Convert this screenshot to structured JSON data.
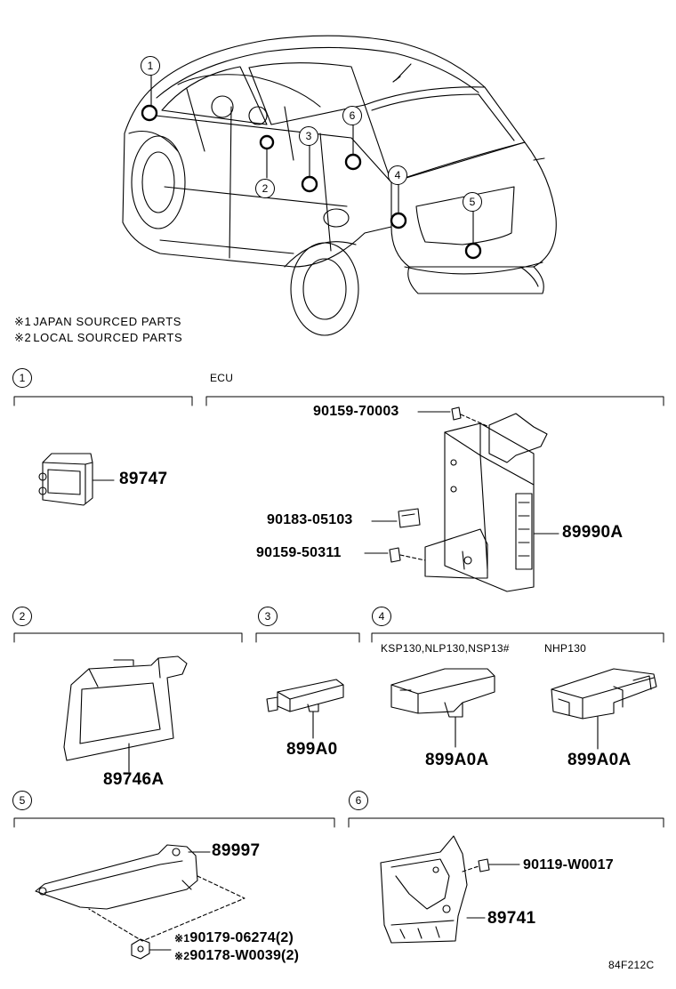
{
  "notes": {
    "note1": {
      "mark": "※1",
      "text": "JAPAN SOURCED PARTS"
    },
    "note2": {
      "mark": "※2",
      "text": "LOCAL SOURCED PARTS"
    }
  },
  "overview_callouts": [
    "1",
    "2",
    "3",
    "4",
    "5",
    "6"
  ],
  "sections": {
    "s1": {
      "num": "1",
      "parts": [
        "89747"
      ]
    },
    "ecu": {
      "title": "ECU",
      "parts": [
        "90159-70003",
        "90183-05103",
        "90159-50311",
        "89990A"
      ]
    },
    "s2": {
      "num": "2",
      "parts": [
        "89746A"
      ]
    },
    "s3": {
      "num": "3",
      "parts": [
        "899A0"
      ]
    },
    "s4": {
      "num": "4",
      "variant_a": "KSP130,NLP130,NSP13#",
      "variant_b": "NHP130",
      "parts": [
        "899A0A",
        "899A0A"
      ]
    },
    "s5": {
      "num": "5",
      "parts": [
        "89997"
      ],
      "sub1_mark": "※1",
      "sub1": "90179-06274(2)",
      "sub2_mark": "※2",
      "sub2": "90178-W0039(2)"
    },
    "s6": {
      "num": "6",
      "parts": [
        "90119-W0017",
        "89741"
      ]
    }
  },
  "figure_code": "84F212C"
}
